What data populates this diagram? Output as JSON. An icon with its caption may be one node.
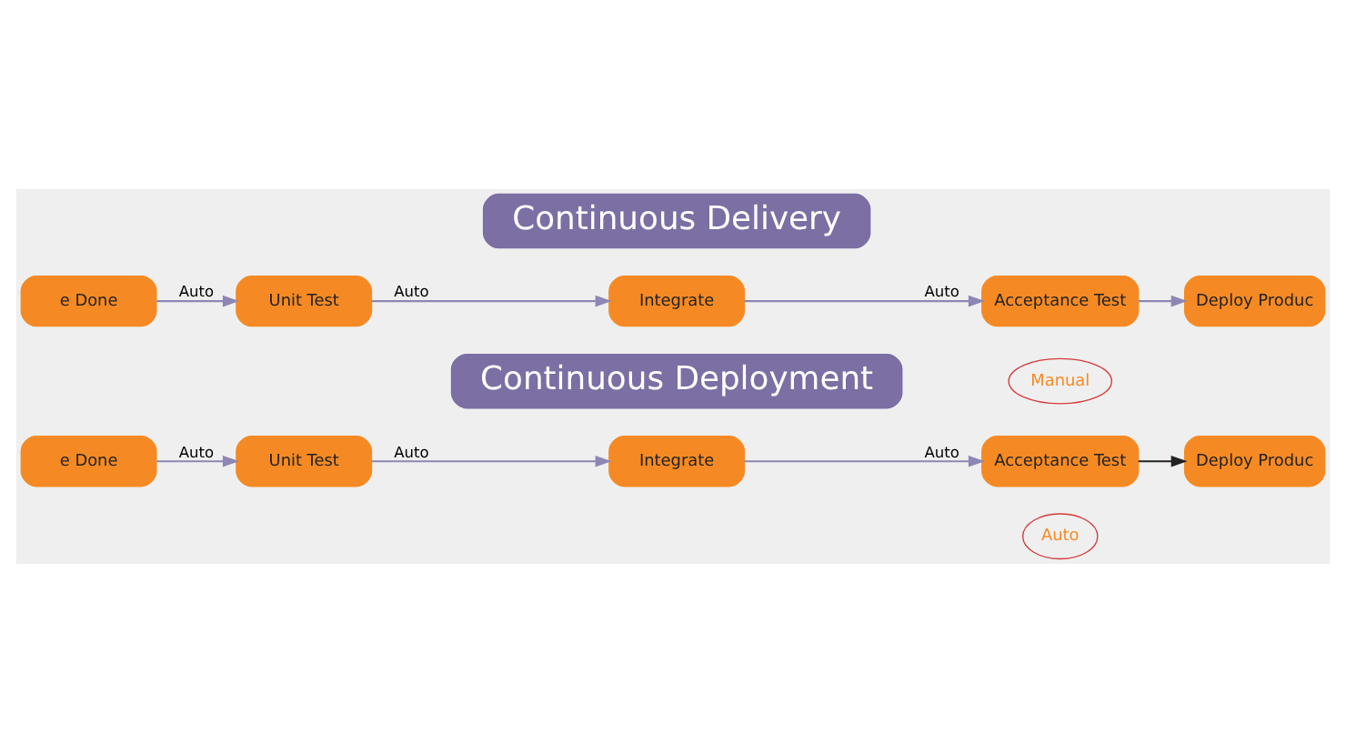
{
  "diagram": {
    "nodes": [
      {
        "text": [
          "Continuous Delivery"
        ]
      },
      {
        "text": [
          "e Done"
        ]
      },
      {
        "text": [
          "Unit Test"
        ]
      },
      {
        "text": [
          "Integrate"
        ]
      },
      {
        "text": [
          "Acceptance Test"
        ]
      },
      {
        "text": [
          "Deploy Produc"
        ]
      },
      {
        "text": [
          "Manual"
        ]
      },
      {
        "text": [
          "Continuous Deployment"
        ]
      },
      {
        "text": [
          "e Done"
        ]
      },
      {
        "text": [
          "Unit Test"
        ]
      },
      {
        "text": [
          "Integrate"
        ]
      },
      {
        "text": [
          "Acceptance Test"
        ]
      },
      {
        "text": [
          "Deploy Produc"
        ]
      },
      {
        "text": [
          "Auto"
        ]
      }
    ],
    "edges": [
      {
        "from": 1,
        "to": 2,
        "arrow": "to",
        "label": "Auto"
      },
      {
        "from": 2,
        "to": 3,
        "arrow": "to",
        "label": "Auto"
      },
      {
        "from": 3,
        "to": 4,
        "arrow": "to",
        "label": "Auto"
      },
      {
        "from": 4,
        "to": 5,
        "arrow": "to"
      },
      {
        "from": 8,
        "to": 9,
        "arrow": "to",
        "label": "Auto"
      },
      {
        "from": 9,
        "to": 10,
        "arrow": "to",
        "label": "Auto"
      },
      {
        "from": 10,
        "to": 11,
        "arrow": "to",
        "label": "Auto"
      },
      {
        "from": 11,
        "to": 12,
        "arrow": "to",
        "color": "#222222"
      }
    ]
  }
}
